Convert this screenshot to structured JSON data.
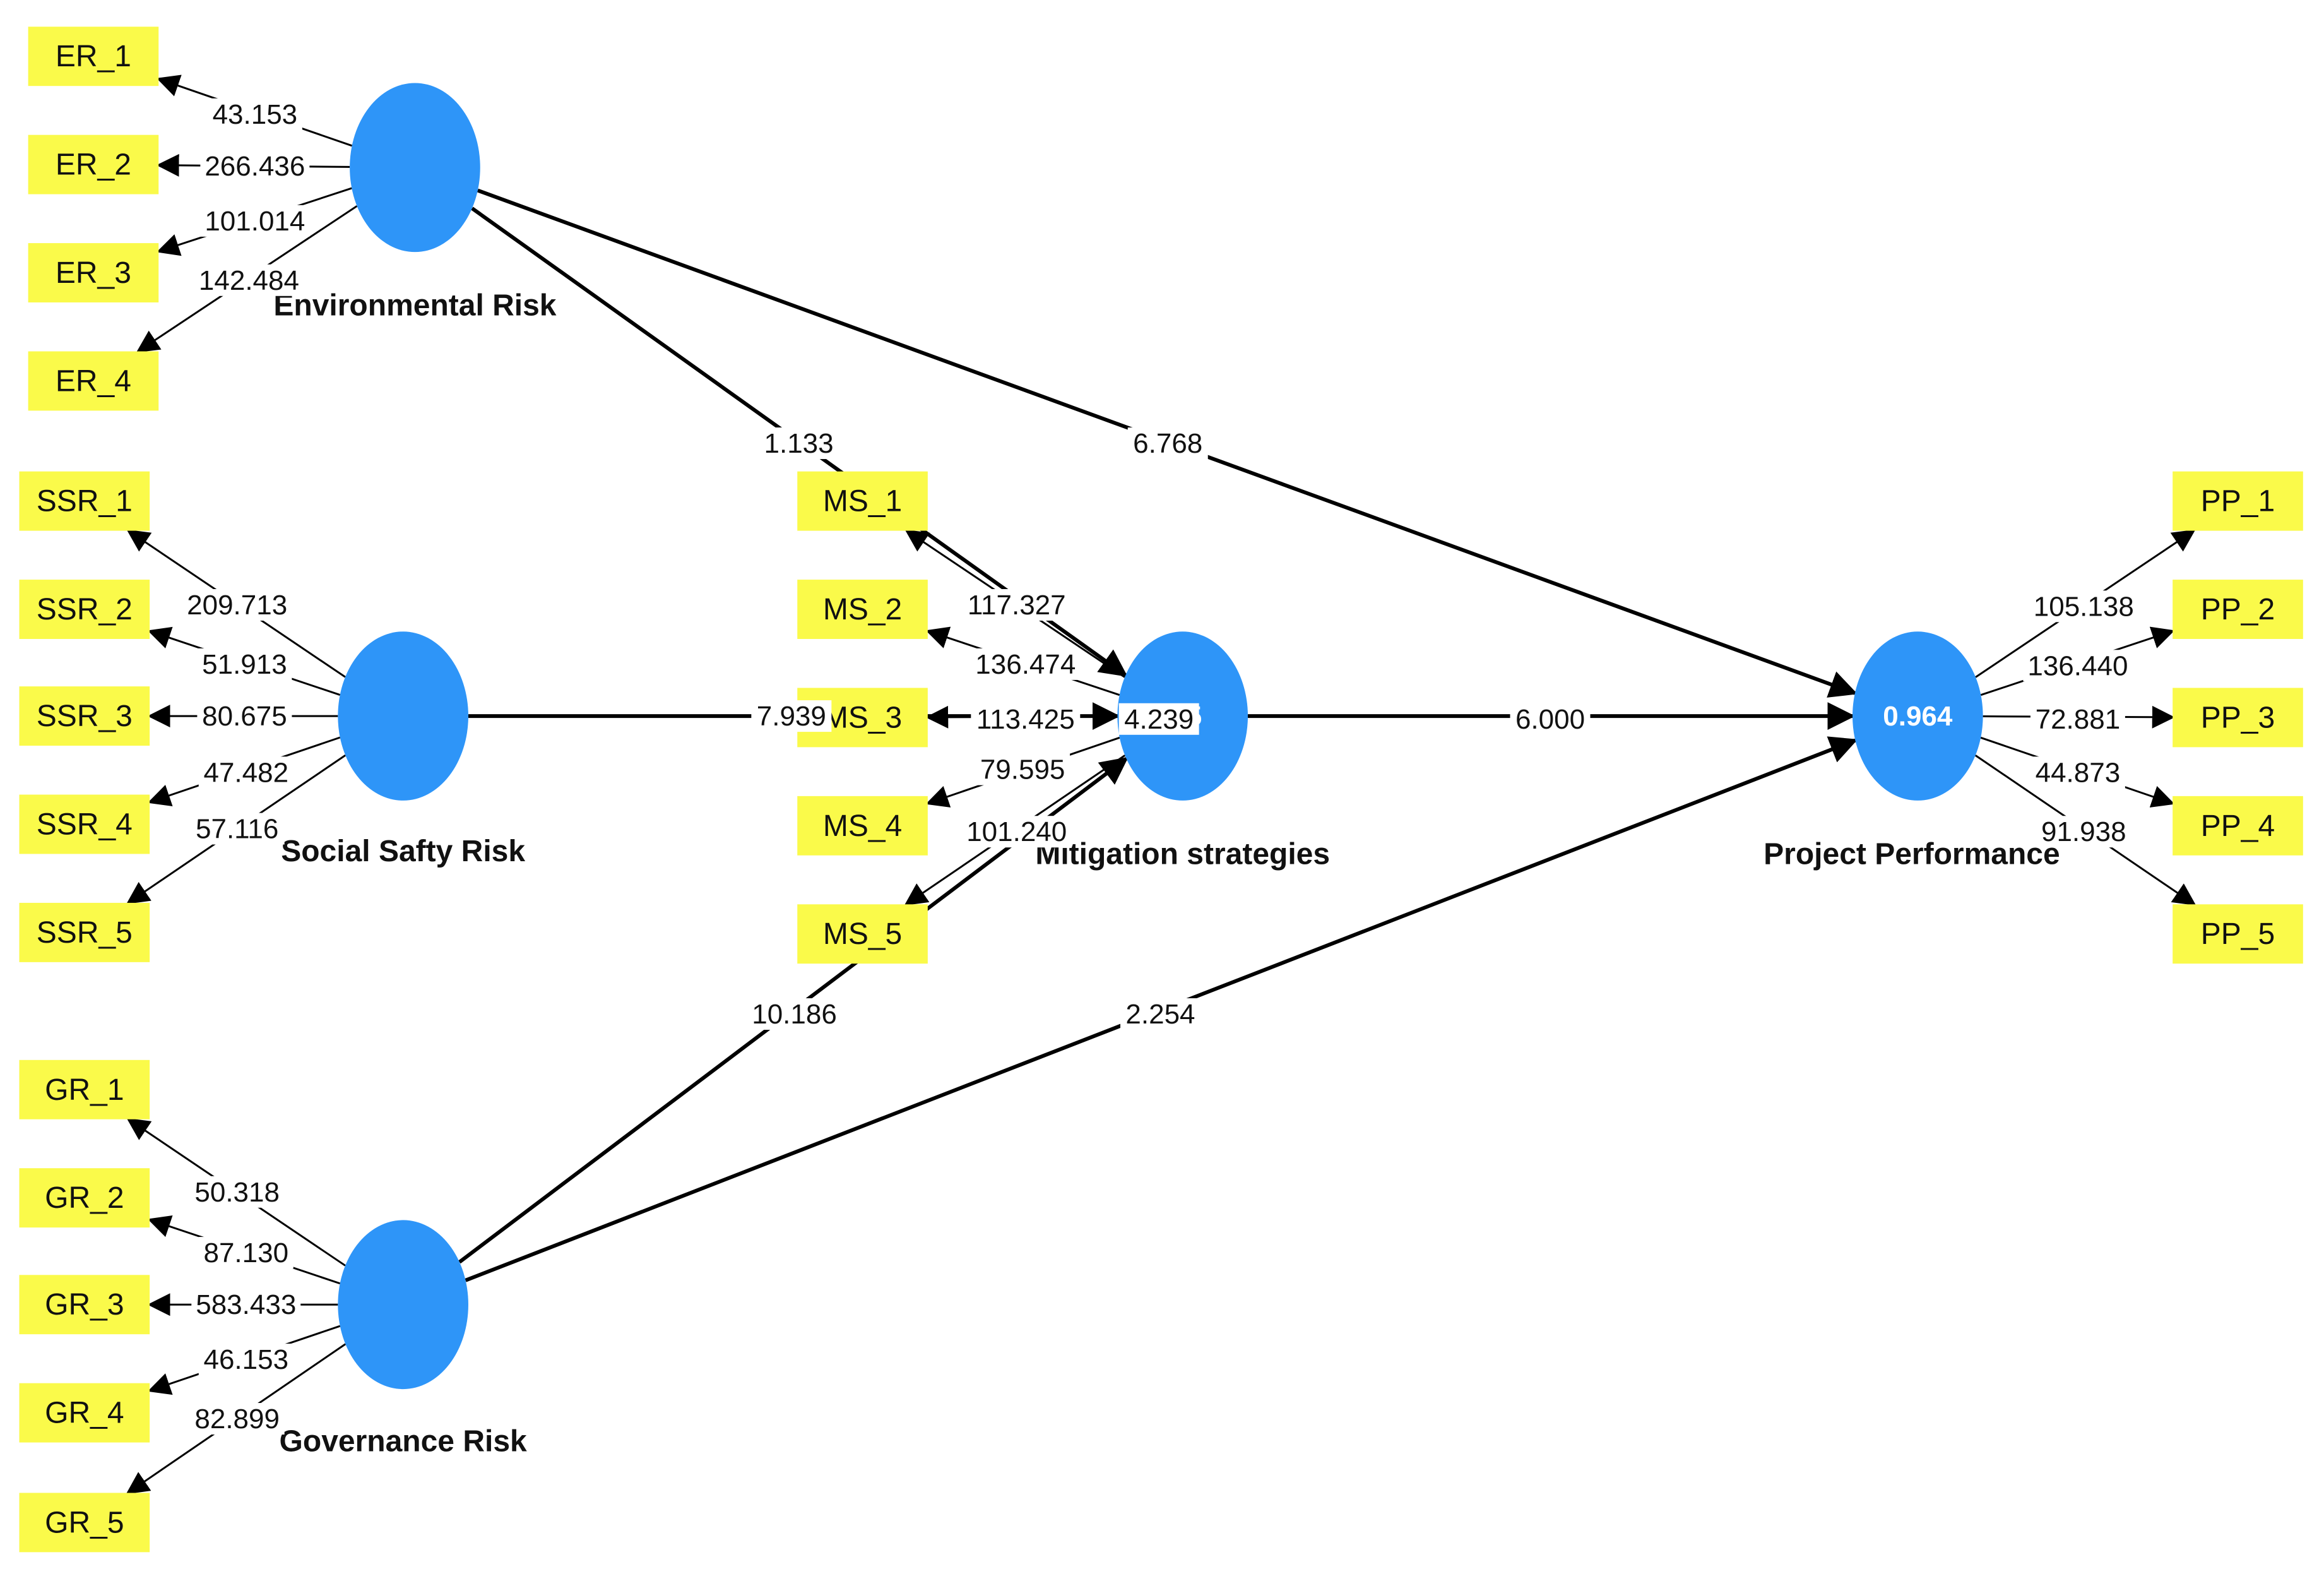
{
  "colors": {
    "construct_fill": "#2e95f8",
    "indicator_fill": "#fafa4a",
    "line": "#000000",
    "label_bg": "#ffffff"
  },
  "constructs": [
    {
      "id": "ER",
      "name": "Environmental Risk",
      "value": ""
    },
    {
      "id": "SSR",
      "name": "Social Safty Risk",
      "value": ""
    },
    {
      "id": "GR",
      "name": "Governance Risk",
      "value": ""
    },
    {
      "id": "MS",
      "name": "Mitigation strategies",
      "value": "0.5"
    },
    {
      "id": "PP",
      "name": "Project Performance",
      "value": "0.964"
    }
  ],
  "indicators": {
    "ER": [
      {
        "label": "ER_1",
        "loading": "43.153"
      },
      {
        "label": "ER_2",
        "loading": "266.436"
      },
      {
        "label": "ER_3",
        "loading": "101.014"
      },
      {
        "label": "ER_4",
        "loading": "142.484"
      }
    ],
    "SSR": [
      {
        "label": "SSR_1",
        "loading": "209.713"
      },
      {
        "label": "SSR_2",
        "loading": "51.913"
      },
      {
        "label": "SSR_3",
        "loading": "80.675"
      },
      {
        "label": "SSR_4",
        "loading": "47.482"
      },
      {
        "label": "SSR_5",
        "loading": "57.116"
      }
    ],
    "GR": [
      {
        "label": "GR_1",
        "loading": "50.318"
      },
      {
        "label": "GR_2",
        "loading": "87.130"
      },
      {
        "label": "GR_3",
        "loading": "583.433"
      },
      {
        "label": "GR_4",
        "loading": "46.153"
      },
      {
        "label": "GR_5",
        "loading": "82.899"
      }
    ],
    "MS": [
      {
        "label": "MS_1",
        "loading": "117.327"
      },
      {
        "label": "MS_2",
        "loading": "136.474"
      },
      {
        "label": "MS_3",
        "loading": "113.425"
      },
      {
        "label": "MS_4",
        "loading": "79.595"
      },
      {
        "label": "MS_5",
        "loading": "101.240"
      }
    ],
    "PP": [
      {
        "label": "PP_1",
        "loading": "105.138"
      },
      {
        "label": "PP_2",
        "loading": "136.440"
      },
      {
        "label": "PP_3",
        "loading": "72.881"
      },
      {
        "label": "PP_4",
        "loading": "44.873"
      },
      {
        "label": "PP_5",
        "loading": "91.938"
      }
    ]
  },
  "paths": [
    {
      "from": "ER",
      "to": "MS",
      "value": "1.133"
    },
    {
      "from": "ER",
      "to": "PP",
      "value": "6.768"
    },
    {
      "from": "SSR",
      "to": "MS",
      "value": "7.939"
    },
    {
      "from": "GR",
      "to": "MS",
      "value": "10.186"
    },
    {
      "from": "GR",
      "to": "PP",
      "value": "2.254"
    },
    {
      "from": "MS",
      "to": "PP",
      "value": "6.000"
    },
    {
      "from": "MS",
      "to": "MS",
      "value": "4.239"
    }
  ]
}
